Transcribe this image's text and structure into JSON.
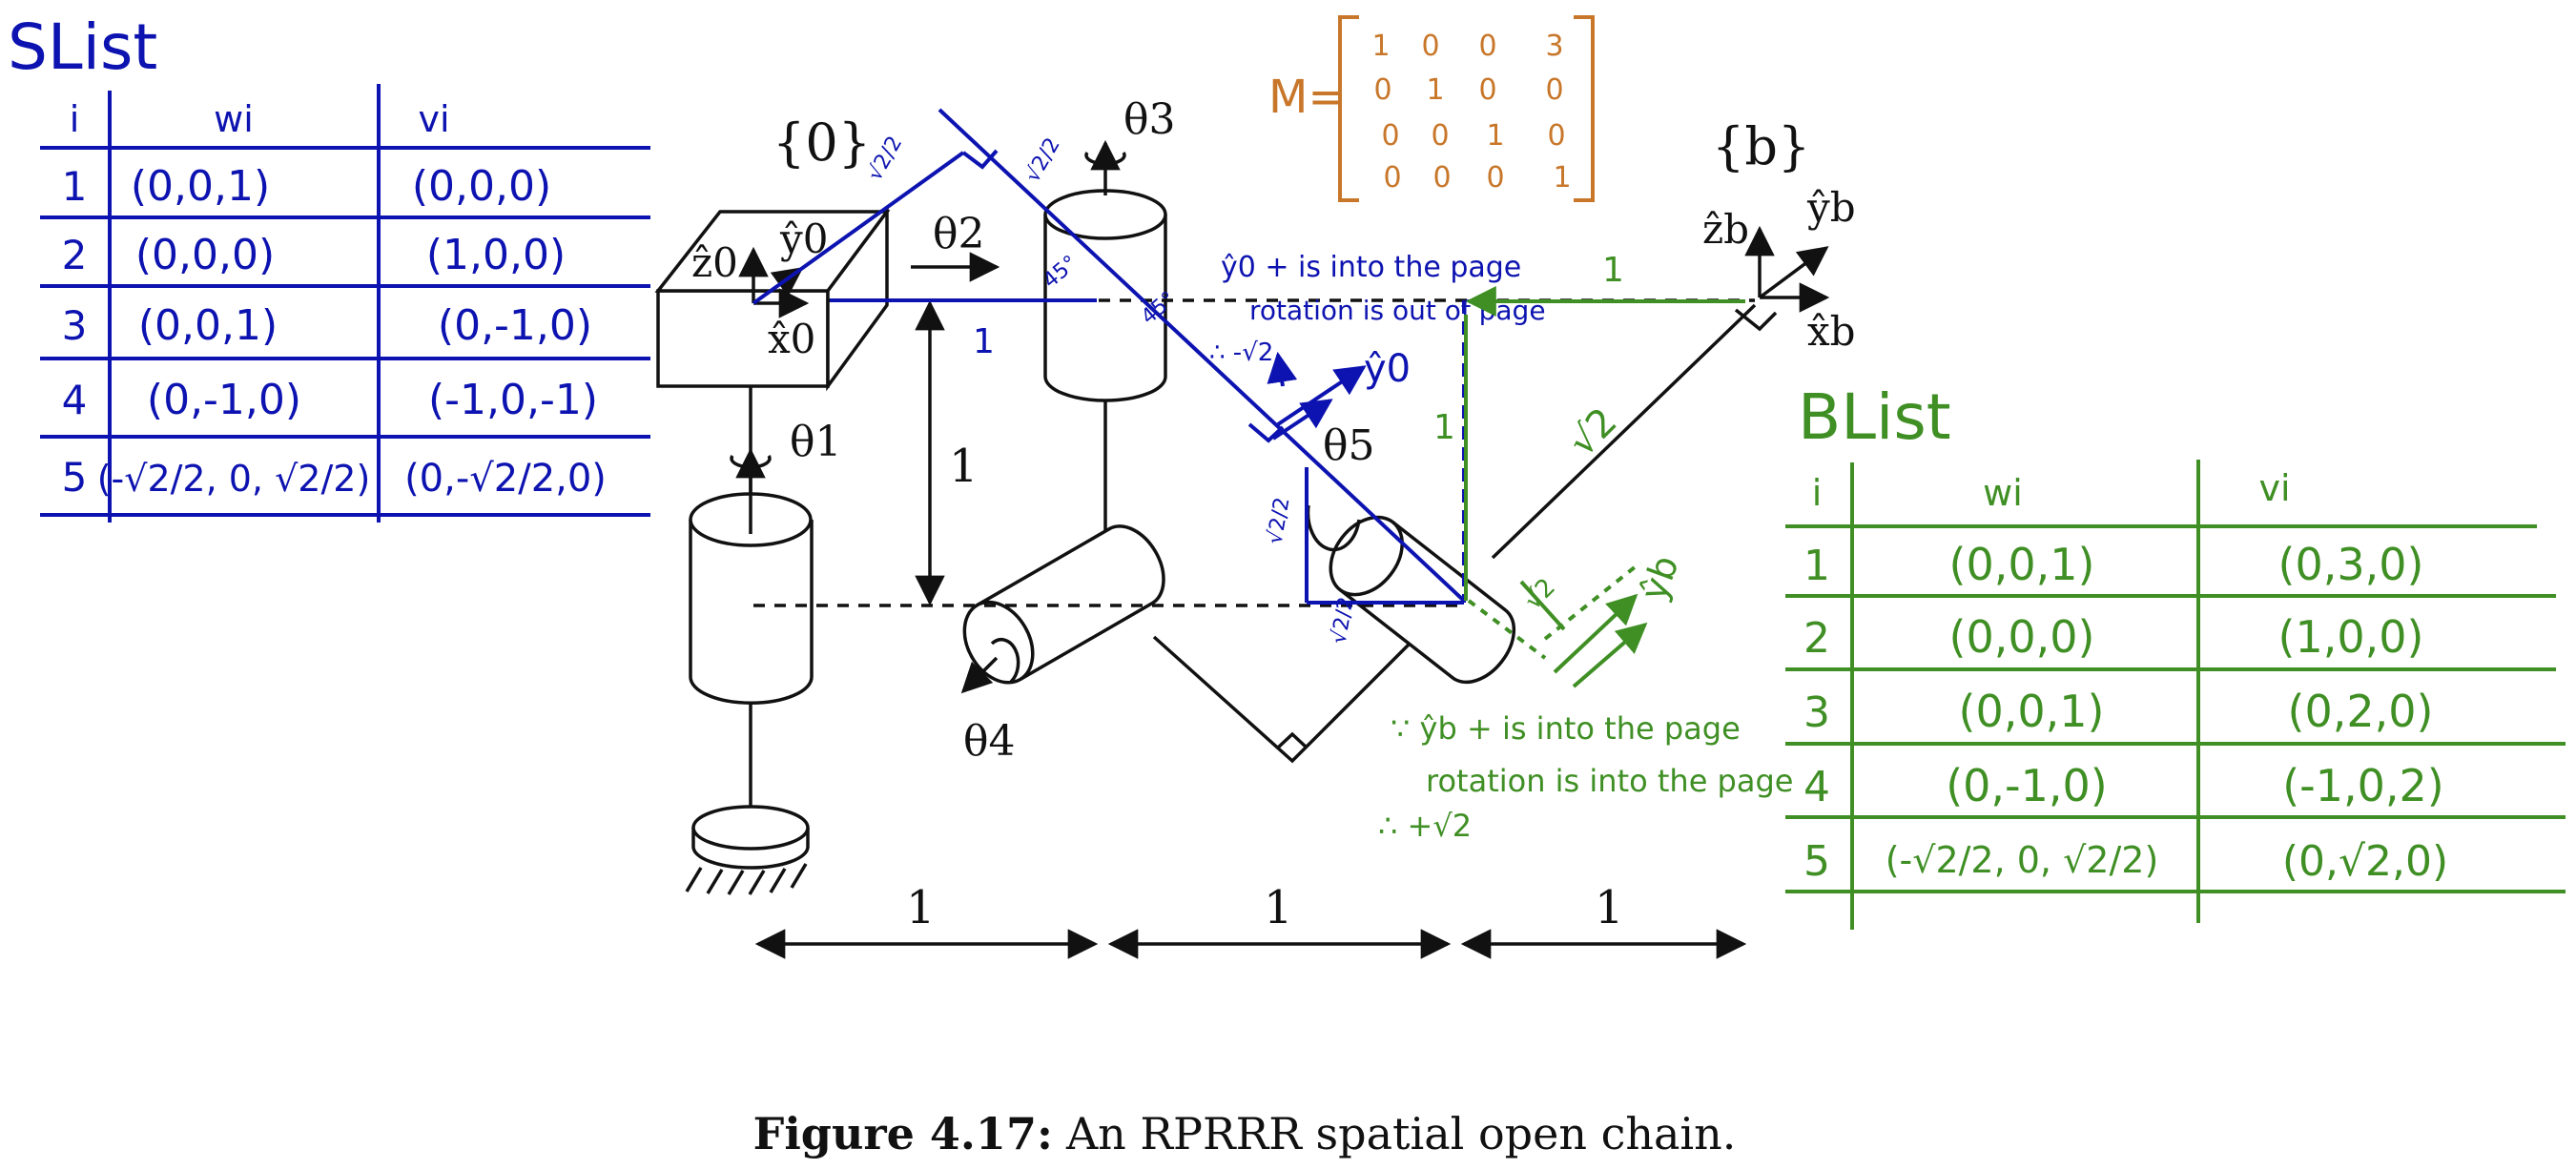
{
  "colors": {
    "ink": "#111111",
    "space_annotation": "#0d13b0",
    "body_annotation": "#3f8f24",
    "m_matrix": "#c8772a"
  },
  "slist": {
    "title": "SList",
    "headers": [
      "i",
      "wi",
      "vi"
    ],
    "rows": [
      [
        "1",
        "(0,0,1)",
        "(0,0,0)"
      ],
      [
        "2",
        "(0,0,0)",
        "(1,0,0)"
      ],
      [
        "3",
        "(0,0,1)",
        "(0,-1,0)"
      ],
      [
        "4",
        "(0,-1,0)",
        "(-1,0,-1)"
      ],
      [
        "5",
        "(-√2/2, 0, √2/2)",
        "(0,-√2/2,0)"
      ]
    ]
  },
  "blist": {
    "title": "BList",
    "headers": [
      "i",
      "wi",
      "vi"
    ],
    "rows": [
      [
        "1",
        "(0,0,1)",
        "(0,3,0)"
      ],
      [
        "2",
        "(0,0,0)",
        "(1,0,0)"
      ],
      [
        "3",
        "(0,0,1)",
        "(0,2,0)"
      ],
      [
        "4",
        "(0,-1,0)",
        "(-1,0,2)"
      ],
      [
        "5",
        "(-√2/2, 0, √2/2)",
        "(0,√2,0)"
      ]
    ]
  },
  "m_matrix": {
    "label": "M=",
    "rows": [
      [
        "1",
        "0",
        "0",
        "3"
      ],
      [
        "0",
        "1",
        "0",
        "0"
      ],
      [
        "0",
        "0",
        "1",
        "0"
      ],
      [
        "0",
        "0",
        "0",
        "1"
      ]
    ]
  },
  "frames": {
    "base_label": "{0}",
    "end_label": "{b}",
    "z0": "ẑ0",
    "y0": "ŷ0",
    "x0": "x̂0",
    "zb": "ẑb",
    "yb": "ŷb",
    "xb": "x̂b"
  },
  "joints": {
    "theta1": "θ1",
    "theta2": "θ2",
    "theta3": "θ3",
    "theta4": "θ4",
    "theta5": "θ5"
  },
  "dimensions": {
    "vertical": "1",
    "bottom": [
      "1",
      "1",
      "1"
    ]
  },
  "blue_notes": {
    "one": "1",
    "sqrt2_over_2_a": "√2/2",
    "sqrt2_over_2_b": "√2/2",
    "sqrt2_over_2_c": "√2/2",
    "sqrt2_over_2_d": "√2/2",
    "angle_45_a": "45°",
    "angle_45_b": "45°",
    "line1": "ŷ0 + is into the page",
    "line2": "rotation is out of page",
    "line3": "∴ -√2",
    "y0_hat": "ŷ0"
  },
  "green_notes": {
    "one_top": "1",
    "one_side": "1",
    "sqrt2": "√2",
    "sqrt2_small": "√2",
    "yb_hat": "ŷb",
    "line1": "∵ ŷb + is into the page",
    "line2": "rotation is into the page",
    "line3": "∴ +√2"
  },
  "caption": {
    "bold": "Figure 4.17:",
    "text": "An RPRRR spatial open chain."
  }
}
